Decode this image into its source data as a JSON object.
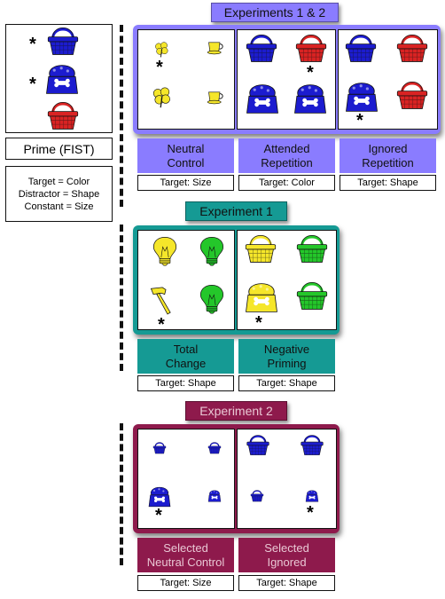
{
  "prime": {
    "label": "Prime (FIST)"
  },
  "legend": {
    "target": "Target = Color",
    "distractor": "Distractor = Shape",
    "constant": "Constant = Size"
  },
  "asterisk": "*",
  "experiments": {
    "exp12": {
      "title": "Experiments 1 & 2",
      "labels": [
        "Neutral\nControl",
        "Attended\nRepetition",
        "Ignored\nRepetition"
      ],
      "targets": [
        "Target: Size",
        "Target: Color",
        "Target: Shape"
      ]
    },
    "exp1": {
      "title": "Experiment 1",
      "labels": [
        "Total\nChange",
        "Negative\nPriming"
      ],
      "targets": [
        "Target: Shape",
        "Target: Shape"
      ]
    },
    "exp2": {
      "title": "Experiment 2",
      "labels": [
        "Selected\nNeutral Control",
        "Selected\nIgnored"
      ],
      "targets": [
        "Target: Size",
        "Target: Shape"
      ]
    }
  },
  "colors": {
    "blue": "#1c1ccf",
    "red": "#d92323",
    "yellow": "#f5e62a",
    "green": "#24c72a",
    "exp12": "#8a7cff",
    "exp1": "#159a94",
    "exp2": "#8e1a4c"
  }
}
